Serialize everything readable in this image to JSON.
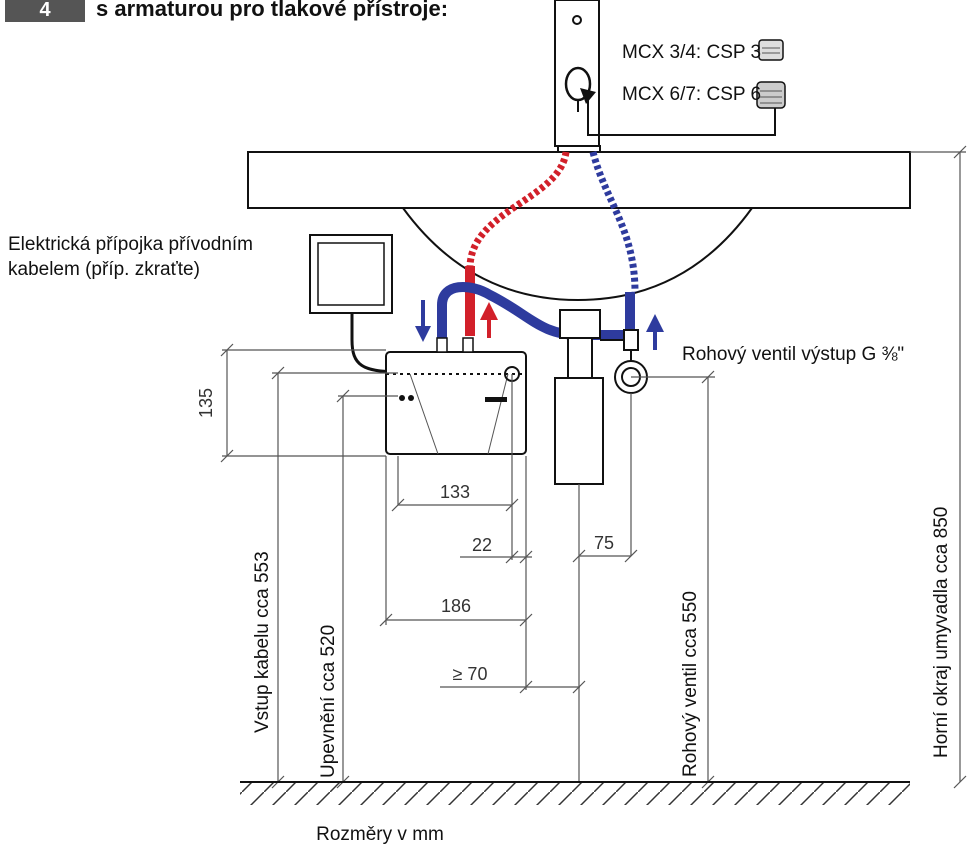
{
  "header": {
    "step_number": "4",
    "title": "s armaturou pro tlakové přístroje:"
  },
  "labels": {
    "aerator_mcx34": "MCX 3/4: CSP 3",
    "aerator_mcx67": "MCX 6/7: CSP 6",
    "electric_line1": "Elektrická přípojka přívodním",
    "electric_line2": "kabelem (příp. zkraťte)",
    "angle_valve": "Rohový ventil výstup G ⅜\"",
    "cable_entry": "Vstup kabelu cca 553",
    "mounting": "Upevnění cca 520",
    "valve_height": "Rohový ventil cca 550",
    "basin_height": "Horní okraj umyvadla cca 850",
    "units": "Rozměry v mm"
  },
  "dimensions": {
    "d135": "135",
    "d133": "133",
    "d22": "22",
    "d186": "186",
    "d70": "≥ 70",
    "d75": "75"
  },
  "colors": {
    "hot": "#d2202a",
    "cold": "#2e3b9e",
    "line": "#111111",
    "dim": "#555555",
    "badge": "#555555"
  }
}
